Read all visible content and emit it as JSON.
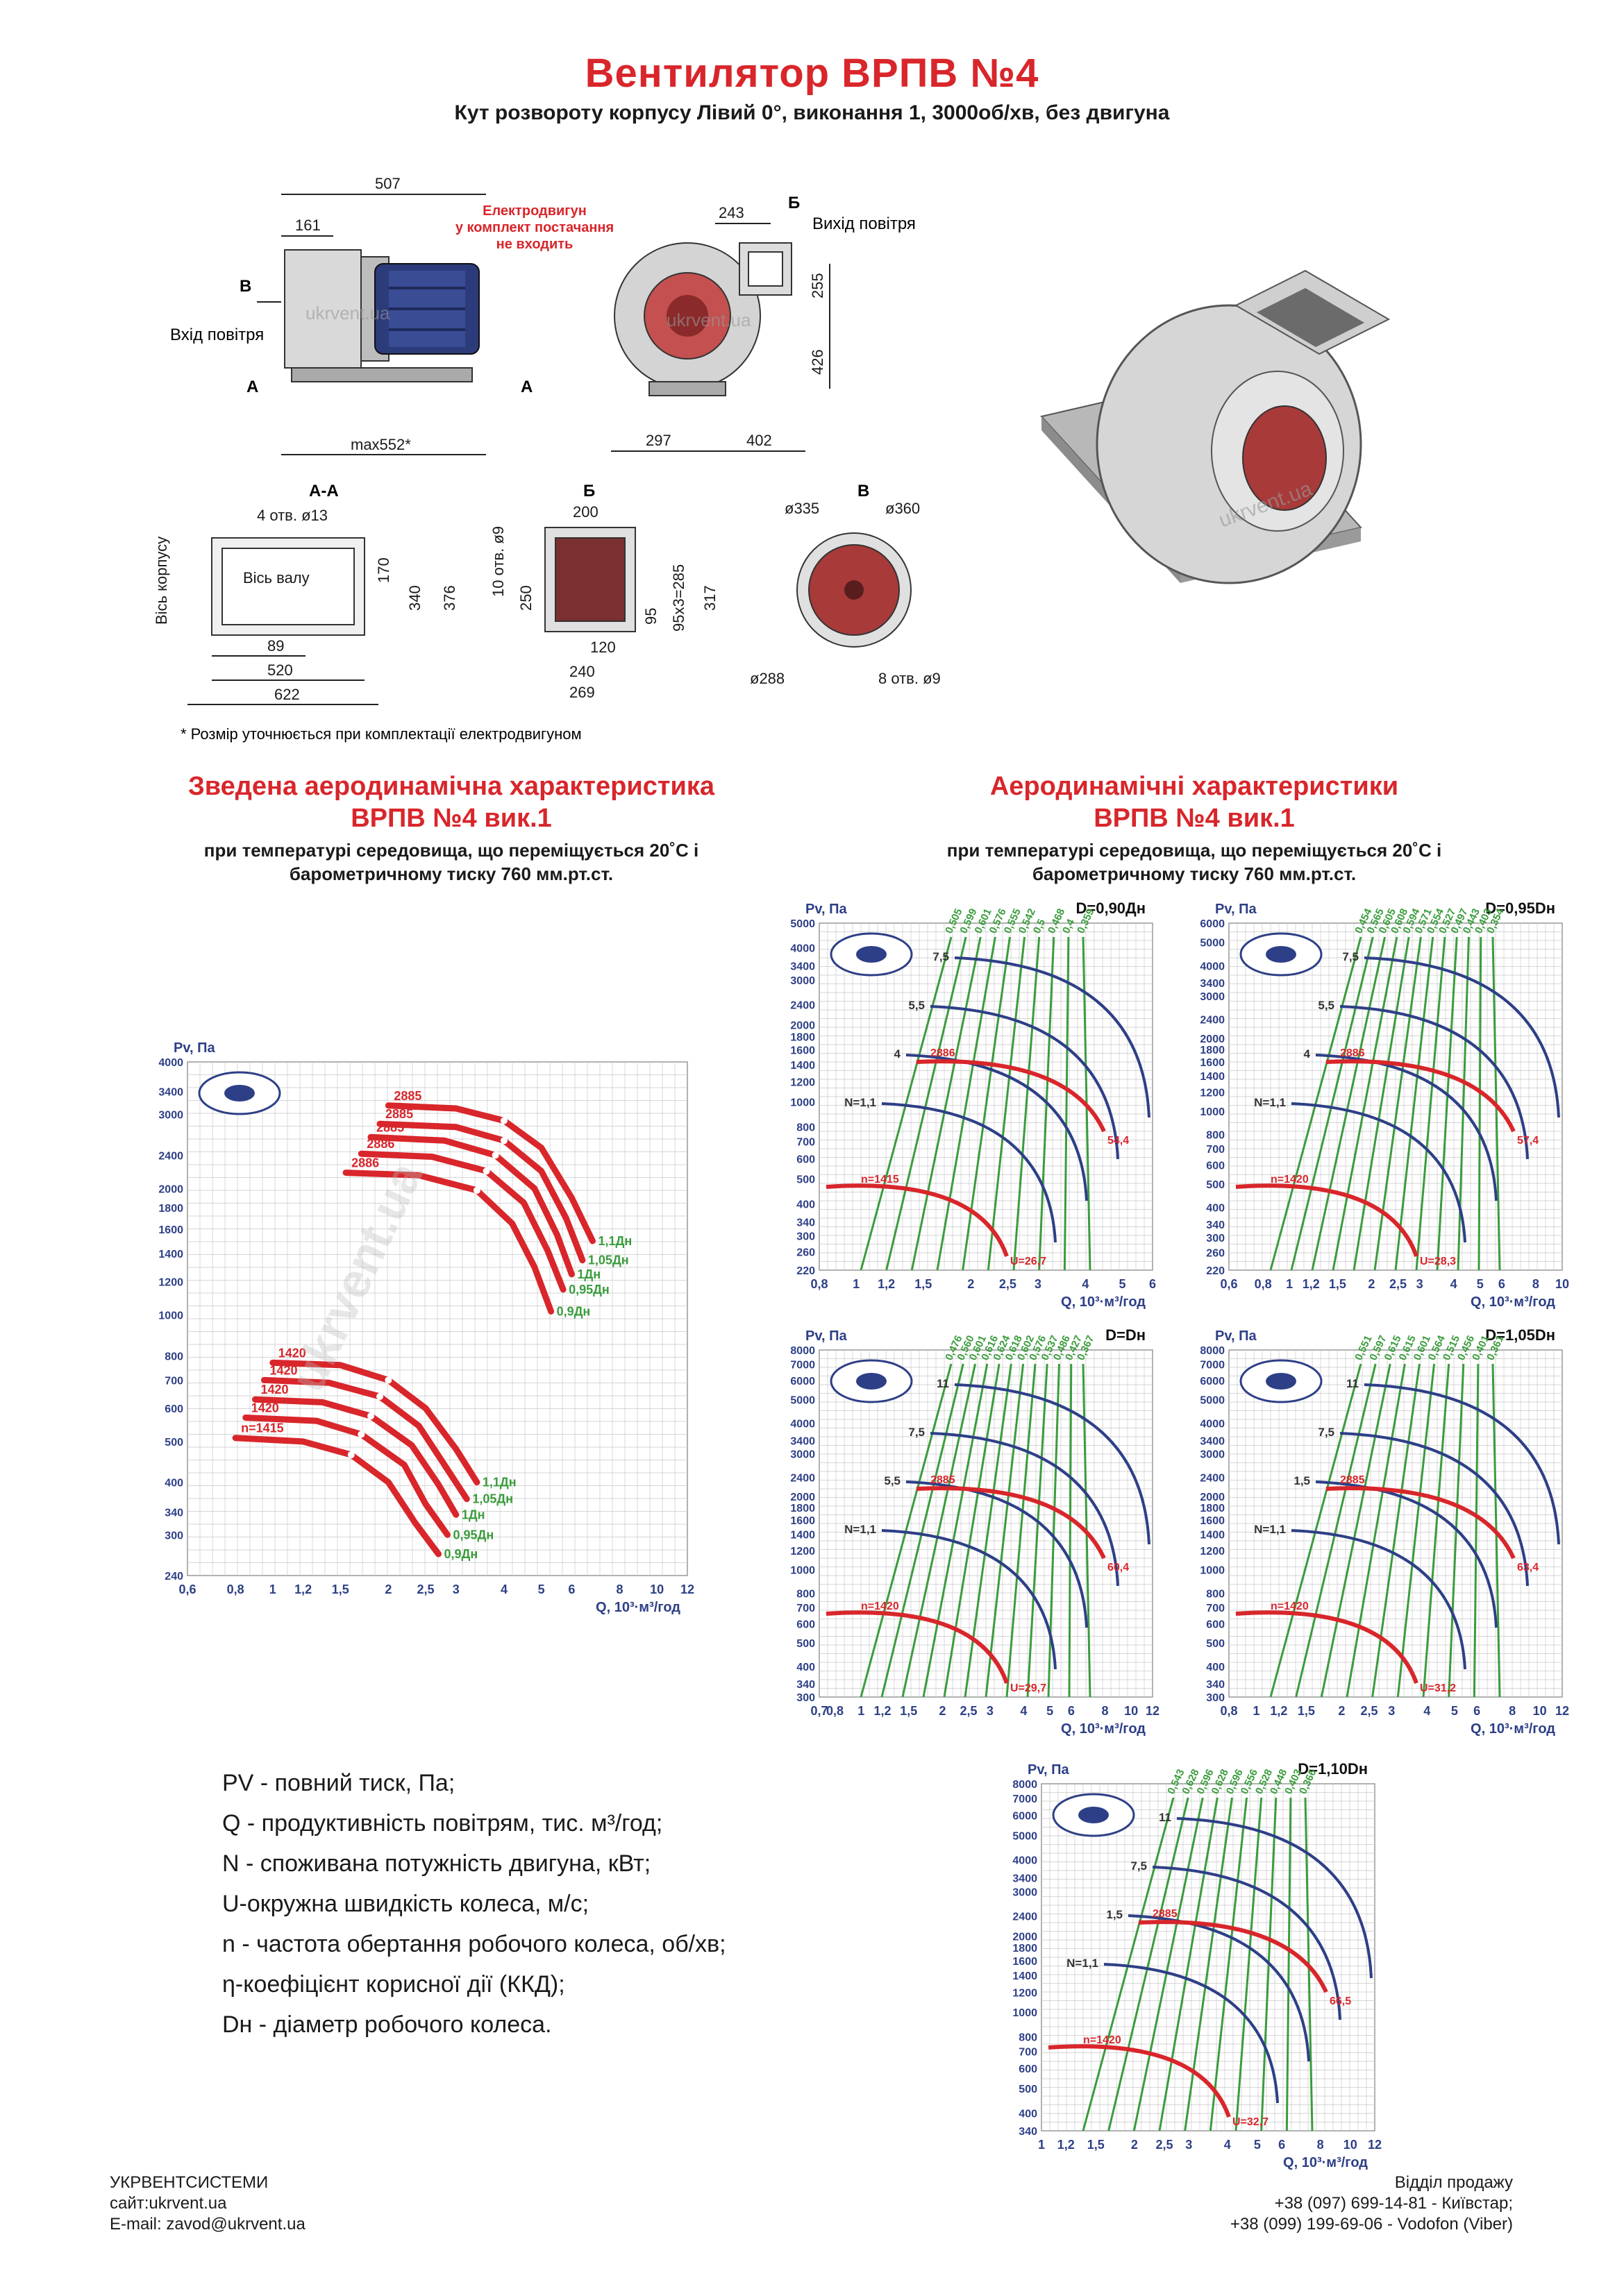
{
  "header": {
    "title": "Вентилятор ВРПВ №4",
    "subtitle": "Кут розвороту корпусу Лівий 0°, виконання 1, 3000об/хв, без двигуна"
  },
  "drawing": {
    "dim_507": "507",
    "dim_161": "161",
    "motor_note": "Електродвигун у комплект постачання не входить",
    "label_B": "В",
    "label_A": "А",
    "air_in": "Вхід повітря",
    "dim_max552": "max552*",
    "dim_243": "243",
    "label_Bb": "Б",
    "air_out": "Вихід повітря",
    "dim_255": "255",
    "dim_426": "426",
    "dim_297": "297",
    "dim_402": "402",
    "sec_AA": "А-А",
    "holes_13": "4 отв. ø13",
    "axis_body": "Вісь корпусу",
    "axis_shaft": "Вісь валу",
    "dim_170": "170",
    "dim_340": "340",
    "dim_376": "376",
    "dim_89": "89",
    "dim_520": "520",
    "dim_622": "622",
    "sec_B": "Б",
    "dim_200": "200",
    "holes_9": "10 отв. ø9",
    "dim_250": "250",
    "dim_95": "95",
    "dim_95x3": "95х3=285",
    "dim_317": "317",
    "dim_120": "120",
    "dim_240": "240",
    "dim_269": "269",
    "sec_V": "В",
    "d335": "ø335",
    "d360": "ø360",
    "d288": "ø288",
    "holes_8": "8 отв. ø9",
    "footnote": "* Розмір уточнюється при комплектації електродвигуном",
    "watermark": "ukrvent.ua"
  },
  "summary": {
    "title1": "Зведена аеродинамічна характеристика",
    "title2": "ВРПВ №4 вик.1",
    "note": "при температурі середовища, що переміщується 20˚С і барометричному тиску 760 мм.рт.ст."
  },
  "perf": {
    "title1": "Аеродинамічні характеристики",
    "title2": "ВРПВ №4 вик.1",
    "note": "при температурі середовища, що переміщується 20˚С і барометричному тиску 760 мм.рт.ст."
  },
  "chart_data": [
    {
      "type": "line",
      "title": "",
      "ylabel": "Pv, Па",
      "xlabel": "Q, 10³·м³/год",
      "xscale": "log",
      "yscale": "log",
      "x_ticks": [
        0.6,
        0.8,
        1,
        1.2,
        1.5,
        2,
        2.5,
        3,
        4,
        5,
        6,
        8,
        10,
        12
      ],
      "y_ticks": [
        240,
        300,
        340,
        400,
        500,
        600,
        700,
        800,
        1000,
        1200,
        1400,
        1600,
        1800,
        2000,
        2400,
        3000,
        3400,
        4000
      ],
      "series": [
        {
          "name": "2885",
          "end_label": "1,1Дн",
          "x": [
            2.0,
            3.0,
            4.0,
            5.0,
            6.0,
            6.8
          ],
          "y": [
            3150,
            3100,
            2900,
            2500,
            1900,
            1500
          ]
        },
        {
          "name": "2885",
          "end_label": "1,05Дн",
          "x": [
            1.9,
            3.0,
            4.0,
            5.0,
            5.8,
            6.4
          ],
          "y": [
            2850,
            2800,
            2600,
            2200,
            1700,
            1350
          ]
        },
        {
          "name": "2885",
          "end_label": "1Дн",
          "x": [
            1.8,
            2.8,
            3.8,
            4.8,
            5.5,
            6.0
          ],
          "y": [
            2650,
            2600,
            2400,
            2000,
            1550,
            1250
          ]
        },
        {
          "name": "2886",
          "end_label": "0,95Дн",
          "x": [
            1.7,
            2.6,
            3.6,
            4.5,
            5.2,
            5.7
          ],
          "y": [
            2420,
            2380,
            2200,
            1850,
            1420,
            1150
          ]
        },
        {
          "name": "2886",
          "end_label": "0,9Дн",
          "x": [
            1.55,
            2.4,
            3.4,
            4.2,
            4.8,
            5.3
          ],
          "y": [
            2180,
            2150,
            1980,
            1650,
            1300,
            1020
          ]
        },
        {
          "name": "1420",
          "end_label": "1,1Дн",
          "x": [
            1.0,
            1.5,
            2.0,
            2.5,
            3.0,
            3.4
          ],
          "y": [
            770,
            760,
            700,
            600,
            480,
            400
          ]
        },
        {
          "name": "1420",
          "end_label": "1,05Дн",
          "x": [
            0.95,
            1.4,
            1.9,
            2.4,
            2.8,
            3.2
          ],
          "y": [
            700,
            690,
            640,
            545,
            440,
            365
          ]
        },
        {
          "name": "1420",
          "end_label": "1Дн",
          "x": [
            0.9,
            1.35,
            1.8,
            2.3,
            2.7,
            3.0
          ],
          "y": [
            630,
            620,
            575,
            490,
            395,
            335
          ]
        },
        {
          "name": "1420",
          "end_label": "0,95Дн",
          "x": [
            0.85,
            1.3,
            1.7,
            2.2,
            2.5,
            2.85
          ],
          "y": [
            570,
            560,
            520,
            440,
            355,
            300
          ]
        },
        {
          "name": "n=1415",
          "end_label": "0,9Дн",
          "x": [
            0.8,
            1.2,
            1.6,
            2.0,
            2.35,
            2.7
          ],
          "y": [
            510,
            500,
            465,
            400,
            320,
            270
          ]
        }
      ]
    },
    {
      "type": "line",
      "title": "D=0,90Дн",
      "ylabel": "Pv, Па",
      "xlabel": "Q, 10³·м³/год",
      "x_ticks": [
        0.8,
        1,
        1.2,
        1.5,
        2,
        2.5,
        3,
        4,
        5,
        6
      ],
      "y_ticks": [
        220,
        260,
        300,
        340,
        400,
        500,
        600,
        700,
        800,
        1000,
        1200,
        1400,
        1600,
        1800,
        2000,
        2400,
        3000,
        3400,
        4000,
        5000
      ],
      "power_labels": [
        "N=1,1",
        "4",
        "5,5",
        "7,5"
      ],
      "efficiency_labels": [
        "0,505",
        "0,599",
        "0,601",
        "0,576",
        "0,555",
        "0,542",
        "0,5",
        "0,468",
        "0,4",
        "0,359"
      ],
      "annotations": [
        "2886",
        "54,4",
        "n=1415",
        "U=26,7"
      ]
    },
    {
      "type": "line",
      "title": "D=0,95Dн",
      "ylabel": "Pv, Па",
      "xlabel": "Q, 10³·м³/год",
      "x_ticks": [
        0.6,
        0.8,
        1,
        1.2,
        1.5,
        2,
        2.5,
        3,
        4,
        5,
        6,
        8,
        10
      ],
      "y_ticks": [
        220,
        260,
        300,
        340,
        400,
        500,
        600,
        700,
        800,
        1000,
        1200,
        1400,
        1600,
        1800,
        2000,
        2400,
        3000,
        3400,
        4000,
        5000,
        6000
      ],
      "power_labels": [
        "N=1,1",
        "4",
        "5,5",
        "7,5"
      ],
      "efficiency_labels": [
        "0,454",
        "0,565",
        "0,605",
        "0,608",
        "0,594",
        "0,571",
        "0,554",
        "0,527",
        "0,497",
        "0,443",
        "0,403",
        "0,354"
      ],
      "annotations": [
        "2886",
        "57,4",
        "n=1420",
        "U=28,3"
      ]
    },
    {
      "type": "line",
      "title": "D=Dн",
      "ylabel": "Pv, Па",
      "xlabel": "Q, 10³·м³/год",
      "x_ticks": [
        0.7,
        0.8,
        1,
        1.2,
        1.5,
        2,
        2.5,
        3,
        4,
        5,
        6,
        8,
        10,
        12
      ],
      "y_ticks": [
        300,
        340,
        400,
        500,
        600,
        700,
        800,
        1000,
        1200,
        1400,
        1600,
        1800,
        2000,
        2400,
        3000,
        3400,
        4000,
        5000,
        6000,
        7000,
        8000
      ],
      "power_labels": [
        "N=1,1",
        "5,5",
        "7,5",
        "11"
      ],
      "efficiency_labels": [
        "0,476",
        "0,560",
        "0,601",
        "0,616",
        "0,624",
        "0,618",
        "0,602",
        "0,576",
        "0,537",
        "0,486",
        "0,427",
        "0,367"
      ],
      "annotations": [
        "2885",
        "60,4",
        "n=1420",
        "U=29,7"
      ]
    },
    {
      "type": "line",
      "title": "D=1,05Dн",
      "ylabel": "Pv, Па",
      "xlabel": "Q, 10³·м³/год",
      "x_ticks": [
        0.8,
        1,
        1.2,
        1.5,
        2,
        2.5,
        3,
        4,
        5,
        6,
        8,
        10,
        12
      ],
      "y_ticks": [
        300,
        340,
        400,
        500,
        600,
        700,
        800,
        1000,
        1200,
        1400,
        1600,
        1800,
        2000,
        2400,
        3000,
        3400,
        4000,
        5000,
        6000,
        7000,
        8000
      ],
      "power_labels": [
        "N=1,1",
        "1,5",
        "7,5",
        "11"
      ],
      "efficiency_labels": [
        "0,551",
        "0,597",
        "0,615",
        "0,615",
        "0,601",
        "0,564",
        "0,515",
        "0,456",
        "0,401",
        "0,361"
      ],
      "annotations": [
        "2885",
        "63,4",
        "n=1420",
        "U=31,2"
      ]
    },
    {
      "type": "line",
      "title": "D=1,10Dн",
      "ylabel": "Pv, Па",
      "xlabel": "Q, 10³·м³/год",
      "x_ticks": [
        1,
        1.2,
        1.5,
        2,
        2.5,
        3,
        4,
        5,
        6,
        8,
        10,
        12
      ],
      "y_ticks": [
        340,
        400,
        500,
        600,
        700,
        800,
        1000,
        1200,
        1400,
        1600,
        1800,
        2000,
        2400,
        3000,
        3400,
        4000,
        5000,
        6000,
        7000,
        8000
      ],
      "power_labels": [
        "N=1,1",
        "1,5",
        "7,5",
        "11"
      ],
      "efficiency_labels": [
        "0,543",
        "0,628",
        "0,596",
        "0,628",
        "0,596",
        "0,556",
        "0,528",
        "0,448",
        "0,403",
        "0,366"
      ],
      "annotations": [
        "2885",
        "66,5",
        "n=1420",
        "U=32,7"
      ]
    }
  ],
  "legend": [
    "PV - повний тиск, Па;",
    "Q - продуктивність повітрям, тис. м³/год;",
    "N - споживана потужність двигуна, кВт;",
    "U-окружна швидкість колеса, м/с;",
    "n - частота обертання робочого колеса, об/хв;",
    "η-коефіцієнт корисної дії (ККД);",
    "Dн - діаметр робочого колеса."
  ],
  "footer": {
    "company": "УКРВЕНТСИСТЕМИ",
    "site": "сайт:ukrvent.ua",
    "email": "E-mail: zavod@ukrvent.ua",
    "sales": "Відділ продажу",
    "phone1": "+38 (097) 699-14-81 - Київстар;",
    "phone2": "+38 (099) 199-69-06 - Vodofon (Viber)"
  },
  "colors": {
    "red": "#d8262b",
    "blue": "#2d3f86",
    "green": "#3a9c3c",
    "grid": "#c8c8c8"
  }
}
